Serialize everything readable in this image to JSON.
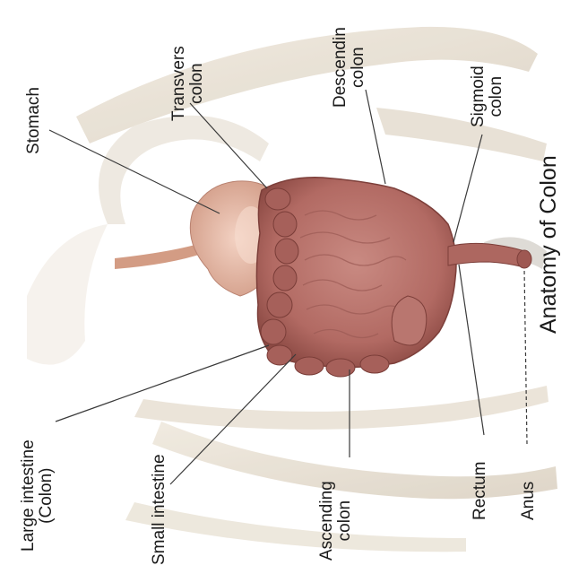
{
  "title": "Anatomy of Colon",
  "labels": {
    "stomach": [
      "Stomach"
    ],
    "transverse_colon": [
      "Transvers",
      "colon"
    ],
    "descending_colon": [
      "Descendin",
      "colon"
    ],
    "sigmoid_colon": [
      "Sigmoid",
      "colon"
    ],
    "large_intestine": [
      "Large intestine",
      "(Colon)"
    ],
    "small_intestine": [
      "Small intestine"
    ],
    "ascending_colon": [
      "Ascending",
      "colon"
    ],
    "rectum": [
      "Rectum"
    ],
    "anus": [
      "Anus"
    ]
  },
  "colors": {
    "organ": "#b8706a",
    "organ_dark": "#8f4d48",
    "stomach": "#e7b9a6",
    "bone": "#e6ded0",
    "leader": "#3a3a3a",
    "text": "#1b1b1b"
  }
}
